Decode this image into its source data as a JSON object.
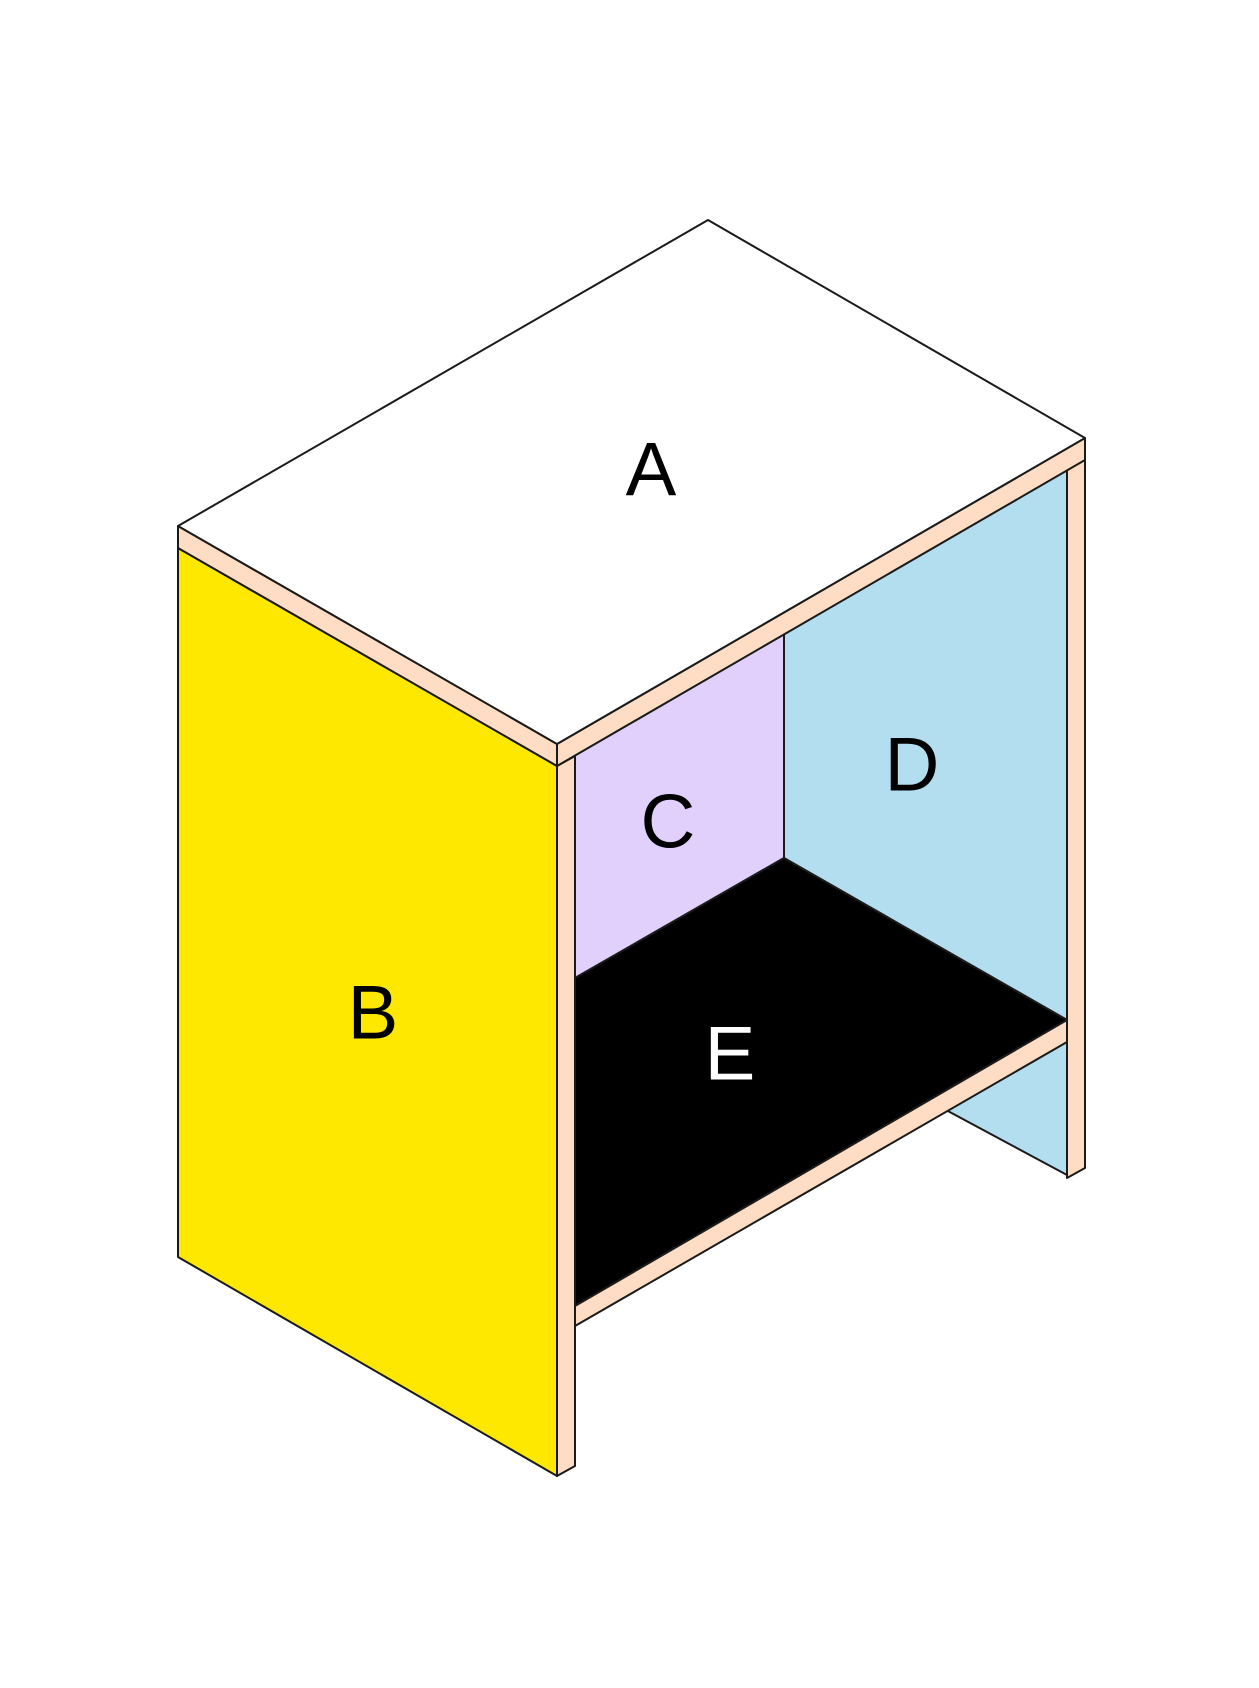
{
  "diagram": {
    "colors": {
      "edge_wood": "#ffddc4",
      "outline": "#1a1a1a",
      "background": "#ffffff"
    },
    "panels": [
      {
        "id": "A",
        "label": "A",
        "fill": "#ffffff",
        "label_color": "#000000"
      },
      {
        "id": "B",
        "label": "B",
        "fill": "#ffe800",
        "label_color": "#000000"
      },
      {
        "id": "C",
        "label": "C",
        "fill": "#e0d0fb",
        "label_color": "#000000"
      },
      {
        "id": "D",
        "label": "D",
        "fill": "#b2def0",
        "label_color": "#000000"
      },
      {
        "id": "E",
        "label": "E",
        "fill": "#000000",
        "label_color": "#ffffff"
      }
    ]
  }
}
